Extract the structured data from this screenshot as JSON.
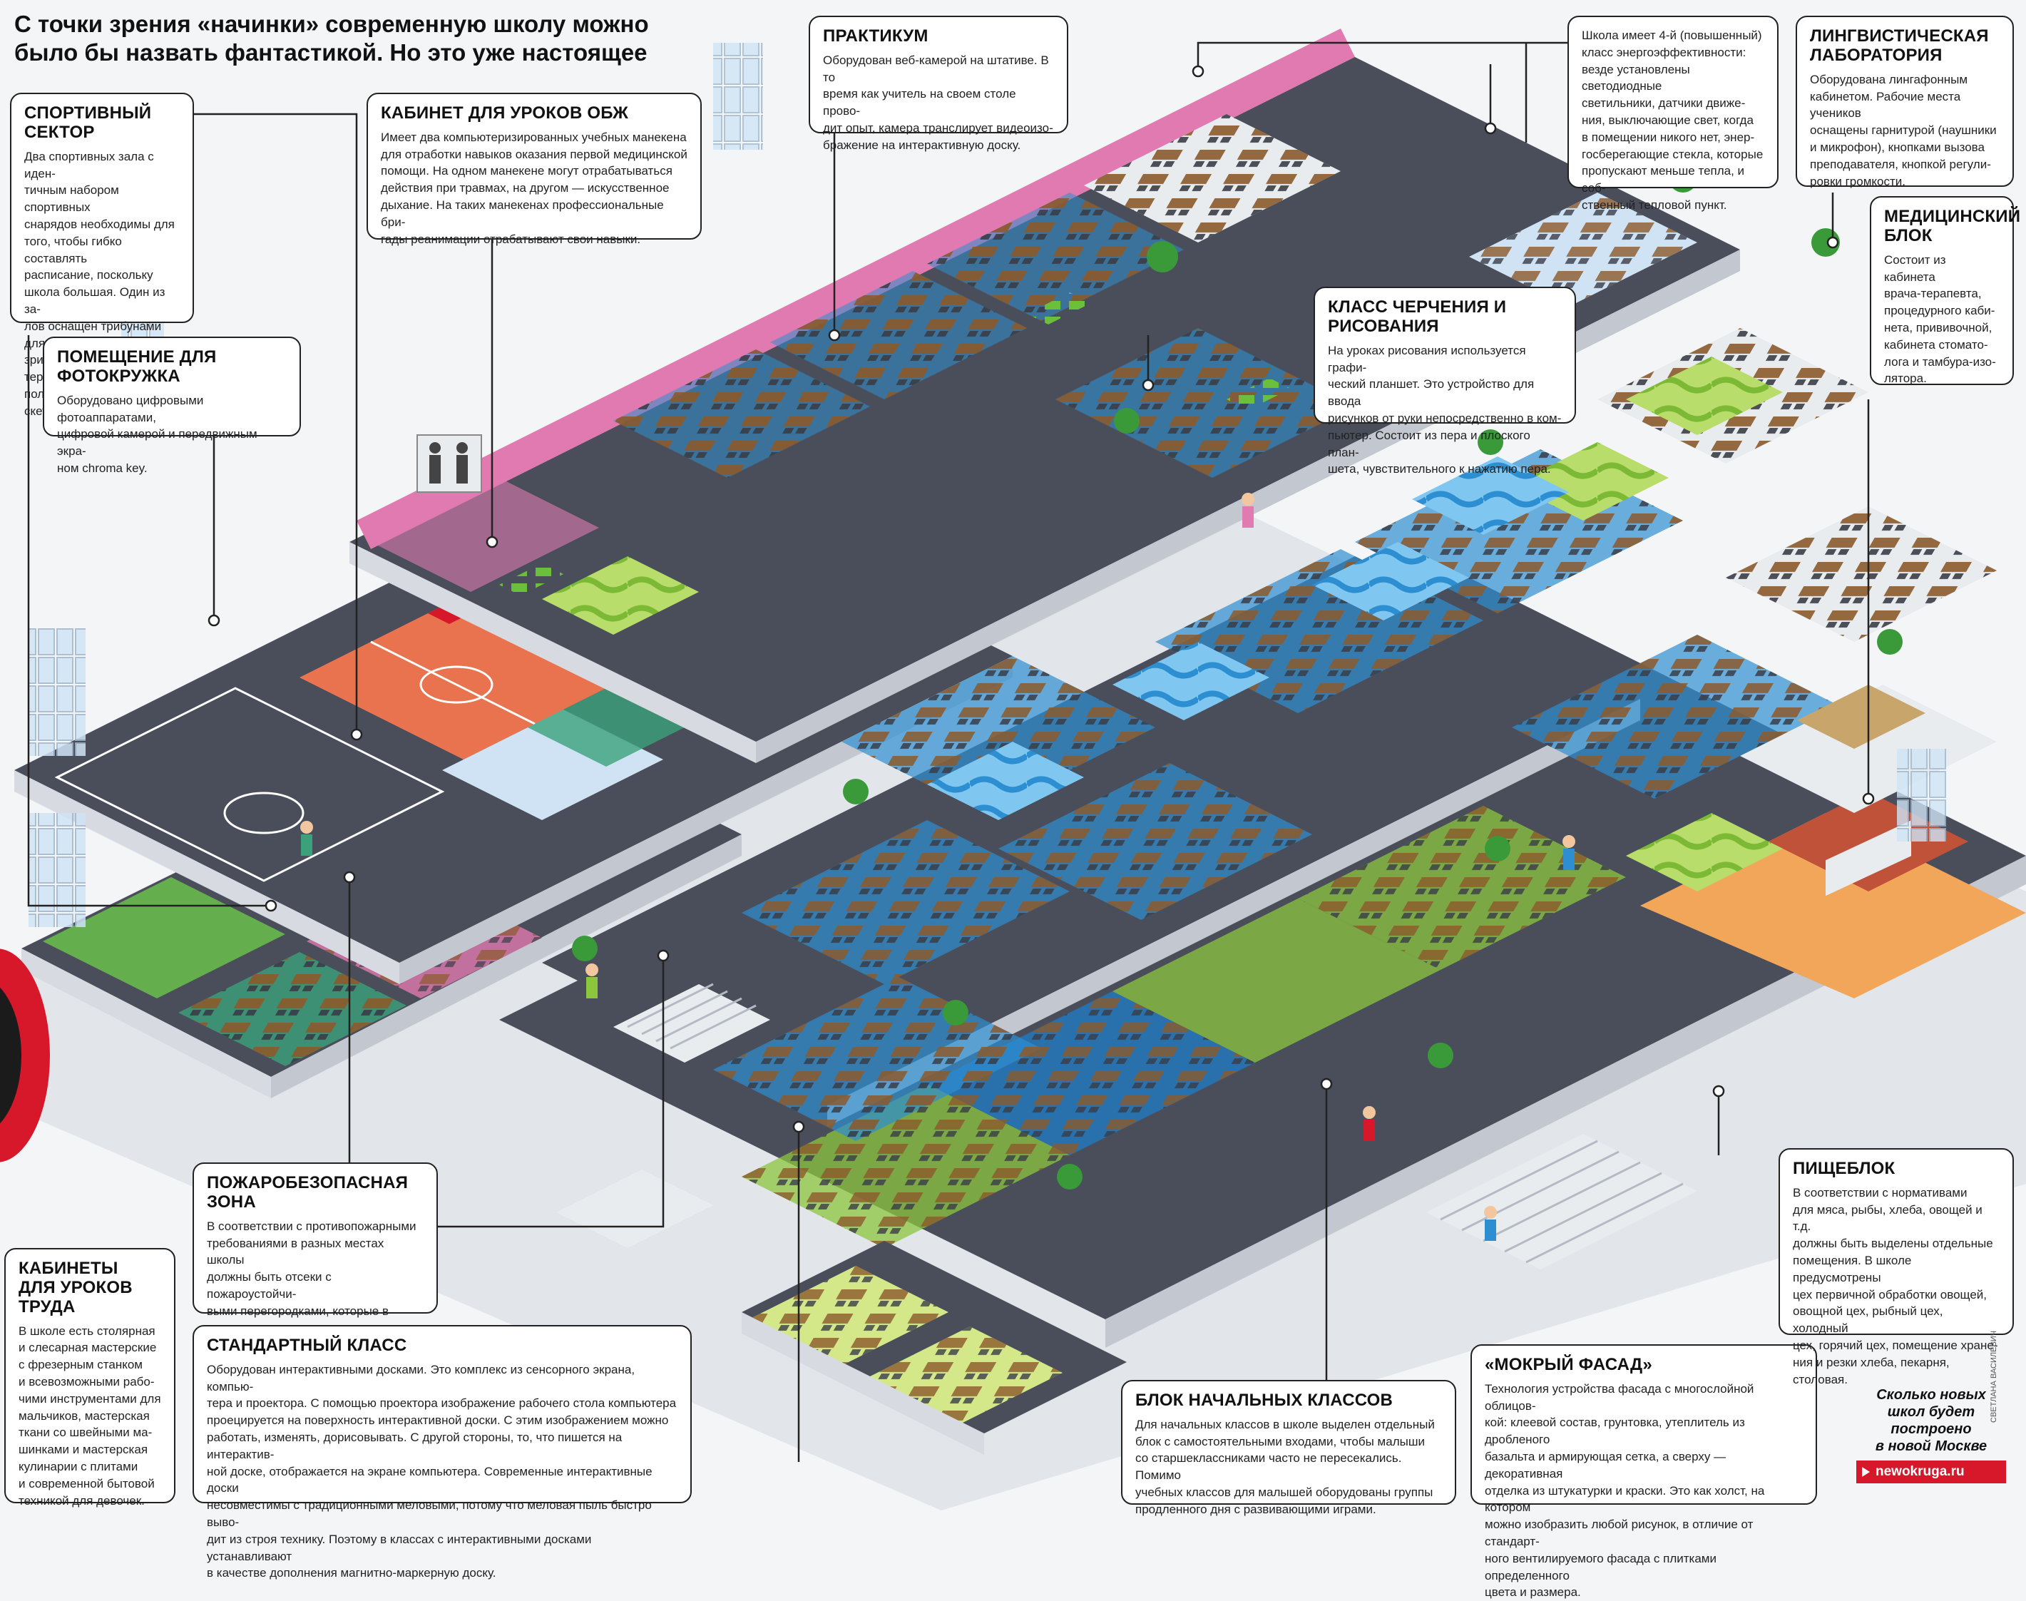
{
  "headline": "С точки зрения «начинки» современную школу можно\nбыло бы назвать фантастикой. Но это уже настоящее",
  "callouts": {
    "sport": {
      "title": "Спортивный сектор",
      "text": "Два спортивных зала с иден-\nтичным набором спортивных\nснарядов необходимы для\nтого, чтобы гибко составлять\nрасписание, поскольку\nшкола большая. Один из за-\nлов оснащен трибунами для\nзрителей.  На пришкольной\nтерритории — футбольное\nполе, волейбольная и ба-\nскетбольная площадки."
    },
    "obzh": {
      "title": "Кабинет для уроков ОБЖ",
      "text": "Имеет два компьютеризированных учебных манекена\nдля отработки навыков оказания первой медицинской\nпомощи. На одном манекене могут отрабатываться\nдействия при травмах, на другом —  искусственное\nдыхание. На таких манекенах профессиональные бри-\nгады реанимации отрабатывают свои навыки."
    },
    "photo": {
      "title": "Помещение для фотокружка",
      "text": "Оборудовано цифровыми фотоаппаратами,\nцифровой камерой и передвижным экра-\nном chroma key."
    },
    "praktikum": {
      "title": "Практикум",
      "text": "Оборудован веб-камерой на штативе. В то\nвремя как учитель на своем столе прово-\nдит опыт, камера транслирует видеоизо-\nбражение на интерактивную доску."
    },
    "energy": {
      "text": "Школа имеет 4-й (повышенный)\nкласс энергоэффективности:\nвезде установлены светодиодные\nсветильники, датчики движе-\nния, выключающие свет, когда\nв помещении никого нет, энер-\nгосберегающие стекла, которые\nпропускают меньше тепла, и соб-\nственный тепловой пункт."
    },
    "linguistic": {
      "title": "Лингвистическая\nлаборатория",
      "text": "Оборудована лингафонным\nкабинетом. Рабочие места учеников\nоснащены гарнитурой (наушники\nи микрофон), кнопками вызова\nпреподавателя, кнопкой регули-\nровки громкости."
    },
    "medical": {
      "title": "Медицинский\nблок",
      "text": "Состоит из кабинета\nврача-терапевта,\nпроцедурного каби-\nнета, прививочной,\nкабинета стомато-\nлога и тамбура-изо-\nлятора."
    },
    "drawing": {
      "title": "Класс черчения и рисования",
      "text": "На уроках рисования используется графи-\nческий планшет. Это устройство для ввода\nрисунков от руки непосредственно в ком-\nпьютер. Состоит из пера и плоского план-\nшета, чувствительного к нажатию пера."
    },
    "fire": {
      "title": "Пожаробезопасная зона",
      "text": "В соответствии с противопожарными\nтребованиями в разных местах школы\nдолжны быть отсеки с пожароустойчи-\nвыми перегородками, которые в случае\nвозгорания на некоторое время могут\nзадержать пламя."
    },
    "labor": {
      "title": "Кабинеты\nдля уроков труда",
      "text": "В школе есть столярная\nи слесарная мастерские\nс фрезерным станком\nи всевозможными рабо-\nчими инструментами для\nмальчиков, мастерская\nткани со швейными ма-\nшинками и мастерская\nкулинарии с плитами\nи современной бытовой\nтехникой для девочек."
    },
    "standard": {
      "title": "Стандартный класс",
      "text": "Оборудован интерактивными досками. Это комплекс из сенсорного экрана, компью-\nтера и проектора. С помощью проектора изображение рабочего стола компьютера\nпроецируется на поверхность интерактивной доски. С этим изображением можно\nработать, изменять, дорисовывать. С другой стороны, то, что пишется на интерактив-\nной доске, отображается на экране компьютера. Современные интерактивные доски\nнесовместимы с традиционными меловыми, потому что меловая пыль быстро выво-\nдит из строя технику. Поэтому в классах с интерактивными досками устанавливают\nв качестве дополнения магнитно-маркерную доску."
    },
    "primary": {
      "title": "Блок начальных классов",
      "text": "Для начальных классов в школе выделен отдельный\nблок с самостоятельными входами, чтобы малыши\nсо старшеклассниками часто не пересекались. Помимо\nучебных классов для малышей оборудованы группы\nпродленного дня с развивающими играми."
    },
    "facade": {
      "title": "«Мокрый фасад»",
      "text": "Технология устройства фасада с многослойной облицов-\nкой: клеевой состав, грунтовка, утеплитель из дробленого\nбазальта и армирующая сетка, а сверху — декоративная\nотделка из штукатурки и краски. Это как холст, на котором\nможно изобразить любой рисунок, в отличие от  стандарт-\nного вентилируемого фасада  с плитками определенного\nцвета и размера."
    },
    "canteen": {
      "title": "Пищеблок",
      "text": "В соответствии с нормативами\nдля мяса, рыбы, хлеба, овощей и т.д.\nдолжны быть выделены отдельные\nпомещения. В школе предусмотрены\nцех первичной обработки овощей,\nовощной цех, рыбный цех, холодный\nцех, горячий цех, помещение хране-\nния и резки хлеба, пекарня, столовая."
    }
  },
  "promo": {
    "title": "Сколько новых\nшкол будет\nпостроено\nв новой Москве",
    "link": "newokruga.ru"
  },
  "credit": "СВЕТЛАНА ВАСИЛЕВИЧ",
  "palette": {
    "floor": "#4a4e5a",
    "wall": "#e9ecef",
    "blue_room": "#2d8fd1",
    "pink_room": "#e07ab0",
    "green_zone": "#8cc63f",
    "court": "#e8734e",
    "desk": "#8b5a2b",
    "accent_red": "#d6182a"
  }
}
